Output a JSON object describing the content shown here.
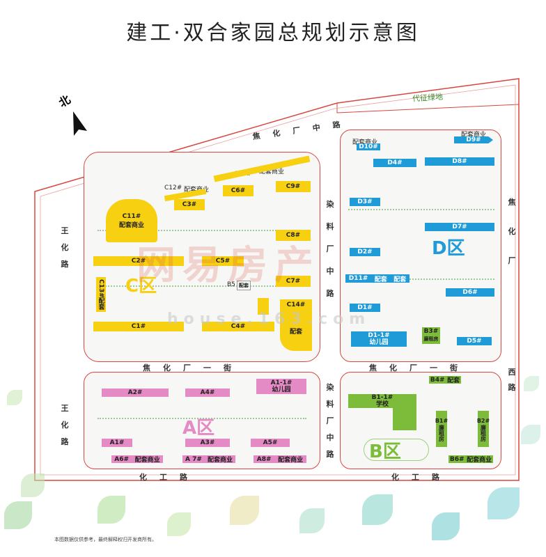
{
  "title": "建工·双合家园总规划示意图",
  "compass": {
    "label": "北"
  },
  "green_belt": "代征绿地",
  "roads": {
    "top": "焦化厂中路",
    "middle": "焦化厂一街",
    "bottom_left": "化工路",
    "bottom_right": "化工路",
    "left_upper": "王化路",
    "left_lower": "王化路",
    "center_upper": "染料厂中路",
    "center_lower": "染料厂中路",
    "right_upper": "焦化厂",
    "right_lower": "西路"
  },
  "zones": {
    "C": {
      "label": "C区",
      "color": "#f6d011"
    },
    "D": {
      "label": "D区",
      "color": "#1f9bd8"
    },
    "A": {
      "label": "A区",
      "color": "#e48ac4"
    },
    "B": {
      "label": "B区",
      "color": "#7dbb3a"
    }
  },
  "c_buildings": {
    "C11": "C11#",
    "c11_sub": "配套商业",
    "C12": "C12#",
    "c12_sub": "配套商业",
    "C10": "C10#",
    "c10_sub": "配套商业",
    "C6": "C6#",
    "C3": "C3#",
    "C9": "C9#",
    "C8": "C8#",
    "C2": "C2#",
    "C5": "C5#",
    "C7": "C7#",
    "C13": "C13#",
    "c13_sub": "配套",
    "B5": "B5",
    "b5_sub": "配套",
    "C14": "C14#",
    "c14_sub": "配套",
    "C1": "C1#",
    "C4": "C4#"
  },
  "d_buildings": {
    "D10": "D10#",
    "d10_sub": "配套商业",
    "D9": "D9#",
    "d9_sub": "配套商业",
    "D4": "D4#",
    "D8": "D8#",
    "D3": "D3#",
    "D7": "D7#",
    "D2": "D2#",
    "D11": "D11#",
    "d11_sub": "配套",
    "d11_sub2": "配套",
    "D6": "D6#",
    "D1": "D1#",
    "D1_1": "D1-1#",
    "d1_1_sub": "幼儿园",
    "B3": "B3#",
    "b3_sub": "廉租房",
    "D5": "D5#"
  },
  "a_buildings": {
    "A1_1": "A1-1#",
    "a1_1_sub": "幼儿园",
    "A2": "A2#",
    "A4": "A4#",
    "A1": "A1#",
    "A3": "A3#",
    "A5": "A5#",
    "A6": "A6#",
    "a6_sub": "配套商业",
    "A7": "A 7#",
    "a7_sub": "配套商业",
    "A8": "A8#",
    "a8_sub": "配套商业"
  },
  "b_buildings": {
    "B4": "B4#",
    "b4_sub": "配套",
    "B1_1": "B1-1#",
    "b1_1_sub": "学校",
    "B1": "B1#",
    "b1_sub": "廉租房",
    "B2": "B2#",
    "b2_sub": "廉租房",
    "B6": "B6#",
    "b6_sub": "配套商业"
  },
  "watermark": {
    "line1": "网易房产",
    "line2": "house.163.com"
  },
  "footnote": "本图数据仅供参考，最终解释权归开发商所有。"
}
